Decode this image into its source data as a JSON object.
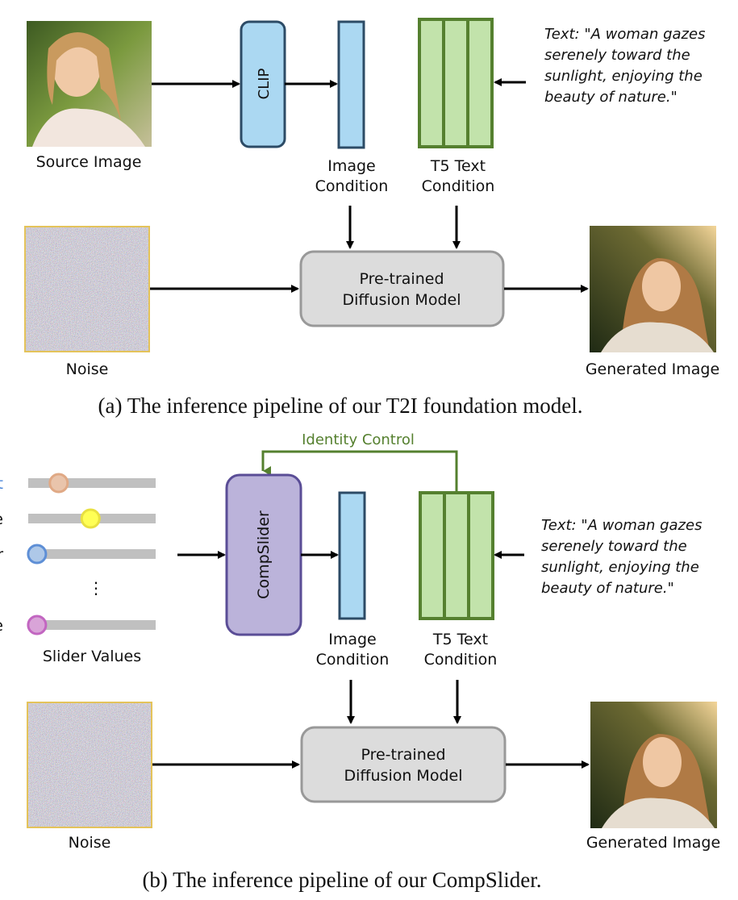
{
  "panel_a": {
    "source_image_label": "Source Image",
    "clip_label": "CLIP",
    "image_condition_label": [
      "Image",
      "Condition"
    ],
    "t5_label": [
      "T5 Text",
      "Condition"
    ],
    "text_prompt": [
      "Text: \"A woman gazes",
      "serenely toward the",
      "sunlight, enjoying the",
      "beauty of nature.\""
    ],
    "noise_label": "Noise",
    "diffusion_label": [
      "Pre-trained",
      "Diffusion Model"
    ],
    "generated_label": "Generated Image",
    "caption": "(a) The inference pipeline of our T2I foundation model."
  },
  "panel_b": {
    "identity_control_label": "Identity Control",
    "sliders": [
      {
        "label_fragment": "t",
        "value": 0.22,
        "knob_color": "#e9c4ab",
        "knob_border": "#e0a985",
        "label_color": "#3a7bd5"
      },
      {
        "label_fragment": "e",
        "value": 0.47,
        "knob_color": "#ffff55",
        "knob_border": "#e8e040",
        "label_color": "#111111"
      },
      {
        "label_fragment": "r",
        "value": 0.05,
        "knob_color": "#aec8e8",
        "knob_border": "#5e8fd6",
        "label_color": "#111111"
      },
      {
        "label_fragment": "e",
        "value": 0.05,
        "knob_color": "#d9a4d8",
        "knob_border": "#c266c1",
        "label_color": "#111111"
      }
    ],
    "ellipsis": "⋮",
    "slider_values_label": "Slider Values",
    "compslider_label": "CompSlider",
    "image_condition_label": [
      "Image",
      "Condition"
    ],
    "t5_label": [
      "T5 Text",
      "Condition"
    ],
    "text_prompt": [
      "Text: \"A woman gazes",
      "serenely toward the",
      "sunlight, enjoying the",
      "beauty of nature.\""
    ],
    "noise_label": "Noise",
    "diffusion_label": [
      "Pre-trained",
      "Diffusion Model"
    ],
    "generated_label": "Generated Image",
    "caption": "(b) The inference pipeline of our CompSlider."
  },
  "colors": {
    "clip_fill": "#abd8f2",
    "clip_stroke": "#2c4b66",
    "t5_fill": "#c2e3ab",
    "t5_stroke": "#55802f",
    "compslider_fill": "#bbb3da",
    "compslider_stroke": "#5a4d96",
    "diffusion_fill": "#dcdcdc",
    "diffusion_stroke": "#999999",
    "identity_green": "#55802f",
    "noise_border": "#e4c35a",
    "track": "#c0c0c0"
  }
}
